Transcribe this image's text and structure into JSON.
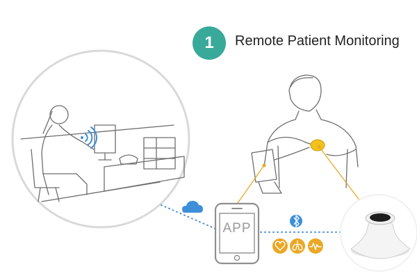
{
  "header": {
    "step_number": "1",
    "title": "Remote Patient Monitoring"
  },
  "phone": {
    "label": "APP"
  },
  "icons": {
    "wireless": "wifi-signal-icon",
    "cloud": "cloud-icon",
    "bluetooth": "bluetooth-icon",
    "vitals": [
      "heart-icon",
      "lungs-icon",
      "pulse-wave-icon"
    ]
  },
  "colors": {
    "accent_teal": "#39a99a",
    "icon_blue": "#3d8fd9",
    "vital_orange": "#e9a825",
    "sensor_yellow": "#f2c21b",
    "connector_blue": "#4a90d9"
  }
}
